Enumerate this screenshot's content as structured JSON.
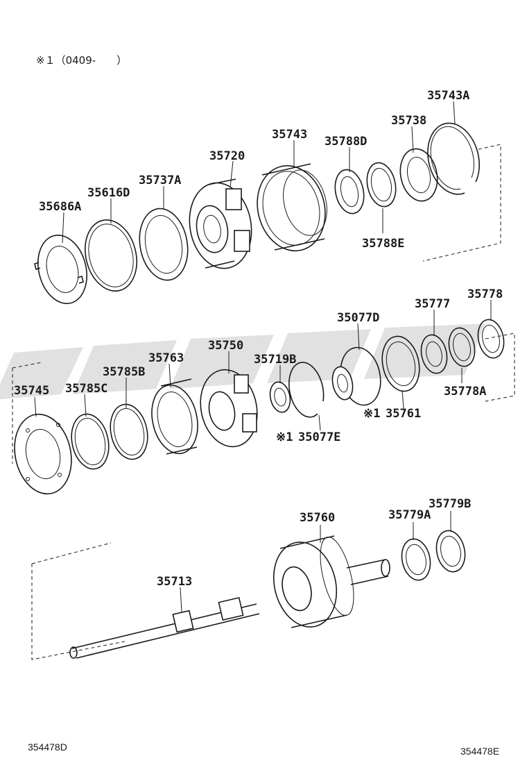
{
  "note": "※１（0409-　　）",
  "footer_left": "354478D",
  "footer_right": "354478E",
  "labels": {
    "p35686A": "35686A",
    "p35616D": "35616D",
    "p35737A": "35737A",
    "p35720": "35720",
    "p35743": "35743",
    "p35788D": "35788D",
    "p35738": "35738",
    "p35743A": "35743A",
    "p35788E": "35788E",
    "p35745": "35745",
    "p35785C": "35785C",
    "p35785B": "35785B",
    "p35763": "35763",
    "p35750": "35750",
    "p35719B": "35719B",
    "p35077D": "35077D",
    "p35777": "35777",
    "p35778": "35778",
    "p35778A": "35778A",
    "p35761": "35761",
    "p35077E": "35077E",
    "p35760": "35760",
    "p35779A": "35779A",
    "p35779B": "35779B",
    "p35713": "35713"
  },
  "mark": "※1"
}
